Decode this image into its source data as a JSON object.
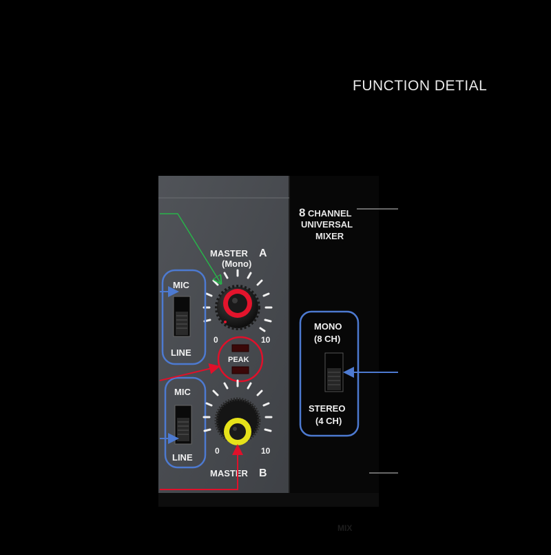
{
  "heading": "FUNCTION DETIAL",
  "mixer_label": {
    "number": "8",
    "line1": "CHANNEL",
    "line2": "UNIVERSAL",
    "line3": "MIXER"
  },
  "master_a": {
    "name": "MASTER",
    "letter": "A",
    "sub": "(Mono)",
    "min": "0",
    "max": "10"
  },
  "master_b": {
    "name": "MASTER",
    "letter": "B",
    "min": "0",
    "max": "10"
  },
  "peak_label": "PEAK",
  "switch_upper": {
    "top": "MIC",
    "bottom": "LINE"
  },
  "switch_lower": {
    "top": "MIC",
    "bottom": "LINE"
  },
  "mode_switch": {
    "top_line1": "MONO",
    "top_line2": "(8 CH)",
    "bottom_line1": "STEREO",
    "bottom_line2": "(4 CH)"
  },
  "colors": {
    "panel": "#4a4d52",
    "panel_right": "#070707",
    "blue": "#4d7ad1",
    "red": "#e0102a",
    "green": "#28b44a",
    "knob_red": "#e3142c",
    "knob_yellow": "#e6e21a"
  },
  "footer_text": "MIX"
}
